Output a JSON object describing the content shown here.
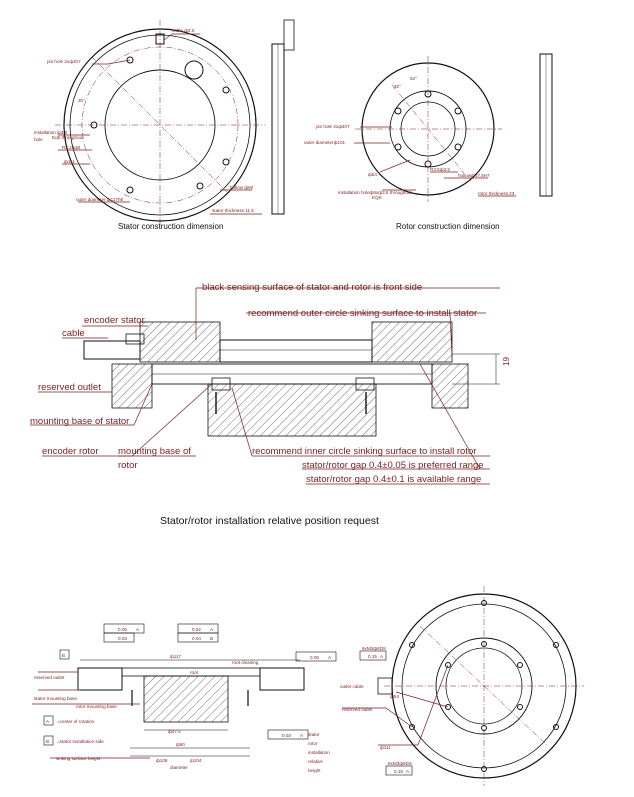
{
  "top": {
    "stator_caption": "Stator construction dimension",
    "rotor_caption": "Rotor construction dimension",
    "stator_labels": {
      "cable": "cable ф4.5",
      "pin_hole": "pin hole 2xф2h7",
      "angle30": "30°",
      "install_hole": "installation ф3.5",
      "install_hole2": "hole",
      "install_hole3": "Eq5 throughout",
      "r325": "R3.25ф4",
      "d111": "ф111",
      "hollow": "hollow ф60",
      "outer": "outer diameter ф117h6",
      "thickness": "stator thickness 11.5"
    },
    "rotor_labels": {
      "angle40": "40°",
      "angle52": "52°",
      "pin_hole": "pin hole 2xф4h7",
      "outer": "outer diameterф101",
      "d54": "ф54",
      "r3": "R3.5ф3.5",
      "hollow": "hollowф47.5H7",
      "install": "installation holeф6xф3.5 throughout",
      "eq": "EQS",
      "thickness": "rotor thickness 23"
    }
  },
  "middle": {
    "caption": "Stator/rotor installation relative position request",
    "labels": {
      "black_surface": "black sensing surface of stator and rotor is front side",
      "outer_sink": "recommend outer circle sinking surface to install stator",
      "encoder_stator": "encoder stator",
      "cable": "cable",
      "reserved_outlet": "reserved outlet",
      "mounting_stator": "mounting base of stator",
      "encoder_rotor": "encoder rotor",
      "mounting_rotor1": "mounting base of",
      "mounting_rotor2": "rotor",
      "inner_sink": "recommend inner circle sinking surface to install rotor",
      "gap_pref": "stator/rotor gap 0.4±0.05 is preferred range",
      "gap_avail": "stator/rotor gap 0.4±0.1 is available range",
      "dim19": "19"
    }
  },
  "bottom": {
    "left_labels": {
      "tol1": "0.05",
      "tol1_ref": "A",
      "tol2": "0.03",
      "tol3": "0.02",
      "tol3_ref": "A",
      "tol4": "0.04",
      "tol4_ref": "B",
      "datumB": "B",
      "dim117": "ф117",
      "root_cleaning": "root cleaning",
      "tol5": "0.05",
      "tol5_ref": "A",
      "reserved_outlet": "reserved outlet",
      "stator_base": "stator mounting base",
      "rotor_base": "rotor mounting base",
      "root": "root",
      "datumA_note": "=center of rotation",
      "datumA": "A",
      "datumB2": "B",
      "datumB2_note": "=stator installation side",
      "sink_height": "sinking surface height",
      "d475": "ф47.5",
      "d60": "ф60",
      "tol6": "0.03",
      "tol6_ref": "A",
      "d106": "ф106",
      "d104": "ф104",
      "diameter": "diameter",
      "rotor_install": [
        "stator",
        "rotor",
        "installation",
        "relative",
        "height"
      ]
    },
    "right_labels": {
      "pos1": "6xM3ф6DS",
      "pos1_tol": "0.15",
      "pos1_ref": "A",
      "outlet_cable": "outlet cable",
      "d54": "ф54",
      "reserved_outlet": "reserved outlet",
      "d111": "ф111",
      "pos2": "6xM3ф6DS",
      "pos2_tol": "0.15",
      "pos2_ref": "A"
    }
  }
}
